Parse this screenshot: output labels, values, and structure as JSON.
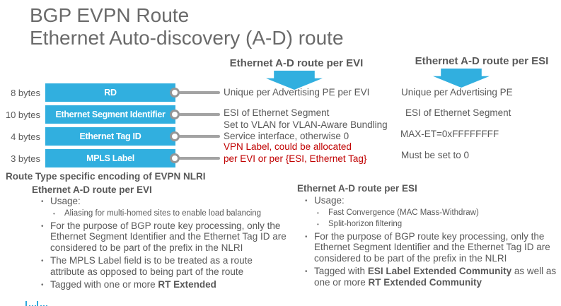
{
  "title": {
    "line1": "BGP EVPN Route",
    "line2": "Ethernet Auto-discovery (A-D) route"
  },
  "colors": {
    "accent_blue": "#31AFDF",
    "text_gray": "#595959",
    "title_gray": "#6A6A6A",
    "alert_red": "#C00000",
    "connector_gray": "#A3A3A3"
  },
  "diagram": {
    "evi_header": "Ethernet A-D route per EVI",
    "esi_header": "Ethernet A-D route per ESI",
    "rows": [
      {
        "size": "8 bytes",
        "field": "RD"
      },
      {
        "size": "10 bytes",
        "field": "Ethernet Segment Identifier"
      },
      {
        "size": "4 bytes",
        "field": "Ethernet Tag ID"
      },
      {
        "size": "3 bytes",
        "field": "MPLS Label"
      }
    ],
    "evi_notes": {
      "rd": "Unique per Advertising PE per EVI",
      "esi": "ESI of Ethernet Segment",
      "tag_line1": "Set to VLAN for VLAN-Aware Bundling",
      "tag_line2": "Service interface, otherwise 0",
      "mpls_line1": "VPN Label, could be allocated",
      "mpls_line2": "per EVI or per {ESI, Ethernet Tag}"
    },
    "esi_notes": {
      "rd": "Unique per Advertising PE",
      "esi": "ESI of Ethernet Segment",
      "tag": "MAX-ET=0xFFFFFFFF",
      "mpls": "Must be set to 0"
    }
  },
  "notes": {
    "heading": "Route Type specific encoding of EVPN NLRI",
    "left": {
      "subheading": "Ethernet A-D route per EVI",
      "usage_label": "Usage:",
      "usage_subitems": [
        "Aliasing for multi-homed sites to enable load balancing"
      ],
      "bullet_bgp": "For the purpose of BGP route key processing, only the Ethernet Segment Identifier and the Ethernet Tag ID are considered to be part of the prefix in the NLRI",
      "bullet_mpls": "The MPLS Label field is to be treated as a route attribute as opposed to being part of the route",
      "tagged_prefix": "Tagged with one or more ",
      "tagged_bold": "RT Extended"
    },
    "right": {
      "subheading": "Ethernet A-D route per ESI",
      "usage_label": "Usage:",
      "usage_subitems": [
        "Fast Convergence (MAC Mass-Withdraw)",
        "Split-horizon filtering"
      ],
      "bullet_bgp": "For the purpose of BGP route key processing, only the Ethernet Segment Identifier and the Ethernet Tag ID are considered to be part of the prefix in the NLRI",
      "tagged_t1": "Tagged with ",
      "tagged_b1": "ESI Label Extended Community",
      "tagged_t2": " as well as one or more ",
      "tagged_b2": "RT Extended Community"
    }
  }
}
